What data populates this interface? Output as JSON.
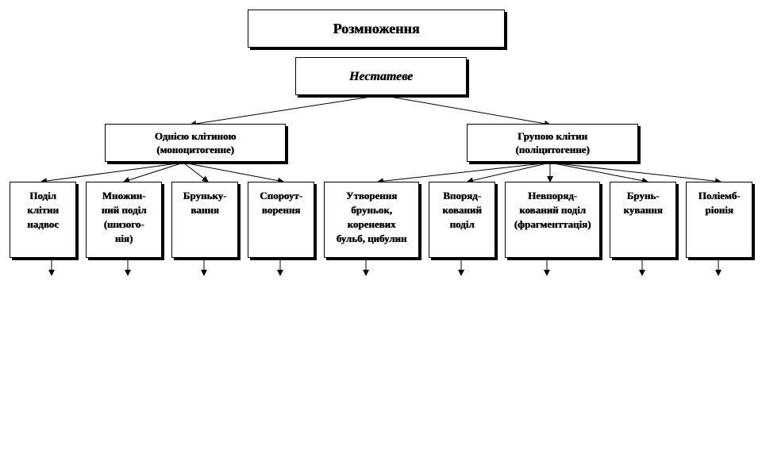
{
  "diagram": {
    "root": "Розмноження",
    "asexual": "Нестатеве",
    "single_cell": "Однією клітиною\n(моноцитогенне)",
    "group_cells": "Групою клітин\n(поліцитогенне)",
    "leaves": [
      "Поділ\nклітин\nнадвоє",
      "Множин-\nний поділ\n(шизого-\nнія)",
      "Бруньку-\nвання",
      "Спороут-\nворення",
      "Утворення\nбруньок,\nкореневих\nбульб, цибулин",
      "Впоряд-\nкований\nподіл",
      "Невпоряд-\nкований поділ\n(фрагменттація)",
      "Брунь-\nкування",
      "Поліемб-\nріонія"
    ]
  }
}
